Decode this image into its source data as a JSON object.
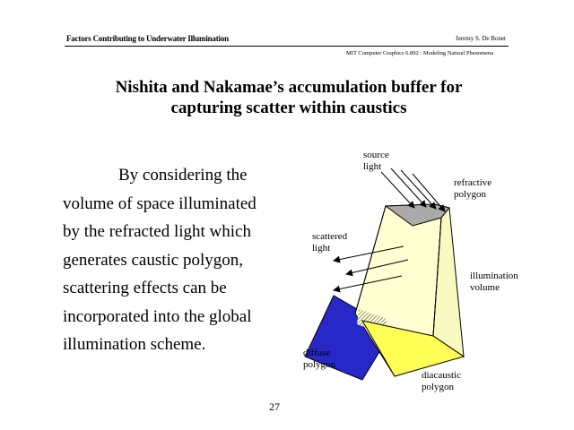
{
  "header": {
    "title": "Factors Contributing to Underwater Illumination",
    "author": "Jeremy S. De Bonet",
    "course": "MIT Computer Graphics 6.892 : Modeling Natural Phenomena"
  },
  "slide": {
    "title_line1": "Nishita and Nakamae’s accumulation buffer for",
    "title_line2": "capturing scatter within caustics",
    "body_lines": [
      "By considering the",
      "volume of space illuminated",
      "by the refracted light which",
      "generates caustic polygon,",
      "scattering effects can be",
      "incorporated into the global",
      "illumination scheme."
    ],
    "page_number": "27"
  },
  "diagram": {
    "labels": {
      "source_light": [
        "source",
        "light"
      ],
      "refractive_polygon": [
        "refractive",
        "polygon"
      ],
      "scattered_light": [
        "scattered",
        "light"
      ],
      "illumination_volume": [
        "illumination",
        "volume"
      ],
      "diffuse_polygon": [
        "diffuse",
        "polygon"
      ],
      "diacaustic_polygon": [
        "diacaustic",
        "polygon"
      ]
    },
    "colors": {
      "volume_front": "#ffffd2",
      "volume_side": "#fafac0",
      "refractive_polygon": "#aaaaaa",
      "diffuse_polygon": "#2828c8",
      "diacaustic_polygon": "#ffff55",
      "outline": "#000000"
    }
  }
}
